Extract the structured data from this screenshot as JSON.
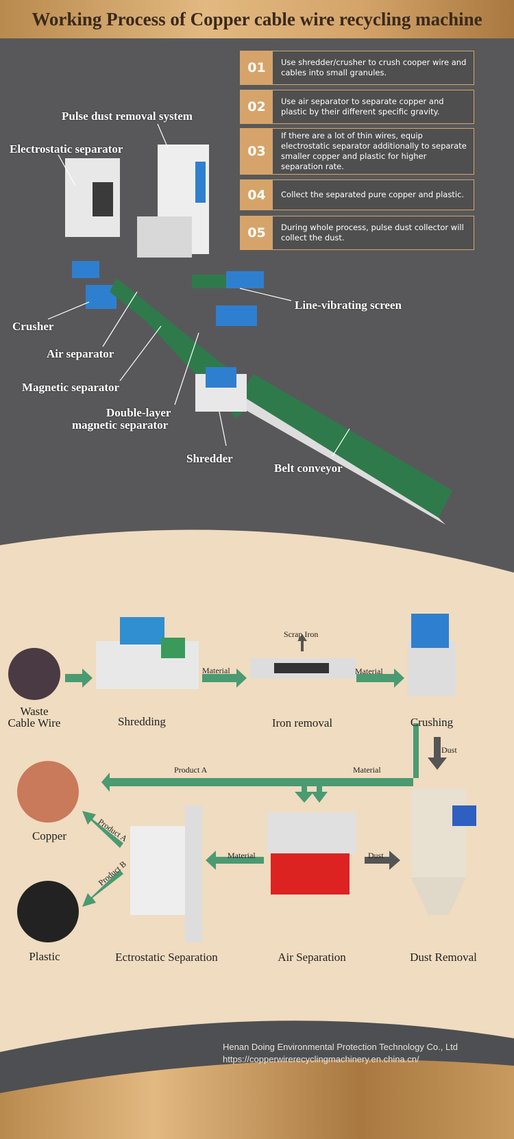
{
  "title": "Working Process of Copper cable wire recycling machine",
  "machine_labels": {
    "pulse": "Pulse dust removal system",
    "electrostatic": "Electrostatic separator",
    "screen": "Line-vibrating screen",
    "crusher": "Crusher",
    "air": "Air separator",
    "magnetic": "Magnetic separator",
    "double_1": "Double-layer",
    "double_2": "magnetic separator",
    "shredder": "Shredder",
    "belt": "Belt conveyor"
  },
  "steps": [
    {
      "num": "01",
      "text": "Use shredder/crusher to crush cooper wire and cables into small granules."
    },
    {
      "num": "02",
      "text": "Use air separator to separate copper and plastic by their different specific gravity."
    },
    {
      "num": "03",
      "text": "If there are a lot of thin wires, equip electrostatic separator additionally to separate smaller copper and plastic for higher separation rate."
    },
    {
      "num": "04",
      "text": "Collect the separated pure copper and plastic."
    },
    {
      "num": "05",
      "text": "During whole process, pulse dust collector will collect the dust."
    }
  ],
  "process": {
    "waste_1": "Waste",
    "waste_2": "Cable Wire",
    "shredding": "Shredding",
    "iron": "Iron removal",
    "crushing": "Crushing",
    "copper": "Copper",
    "plastic": "Plastic",
    "electro": "Ectrostatic Separation",
    "air": "Air Separation",
    "dust_removal": "Dust Removal",
    "arrows": {
      "material1": "Material",
      "scrap": "Scrap Iron",
      "material2": "Material",
      "dust1": "Dust",
      "productA1": "Product A",
      "material3": "Material",
      "productA2": "Product A",
      "productB": "Product B",
      "material4": "Material",
      "dust2": "Dust"
    }
  },
  "footer": {
    "company": "Henan Doing Environmental Protection Technology Co., Ltd",
    "url": "https://copperwirerecyclingmachinery.en.china.cn/"
  },
  "colors": {
    "gold": "#d6a46a",
    "dark": "#58585a",
    "beige": "#f0dcc0",
    "arrow_green": "#4a9a72",
    "belt_green": "#2f7a4a"
  }
}
